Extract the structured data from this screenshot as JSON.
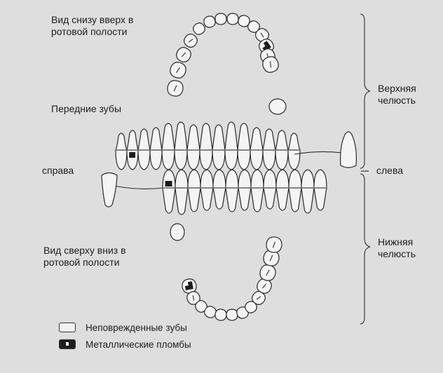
{
  "labels": {
    "upper_view": "Вид снизу вверх в\nротовой полости",
    "front_teeth": "Передние зубы",
    "right": "справа",
    "left": "слева",
    "upper_jaw": "Верхняя\nчелюсть",
    "lower_jaw": "Нижняя\nчелюсть",
    "lower_view": "Вид сверху вниз в\nротовой полости"
  },
  "legend": {
    "intact": "Неповрежденные зубы",
    "metal_fillings": "Металлические пломбы"
  },
  "colors": {
    "background": "#dedede",
    "tooth_fill": "#f4f4f4",
    "outline": "#2b2b2b",
    "filling": "#1c1c1c"
  }
}
